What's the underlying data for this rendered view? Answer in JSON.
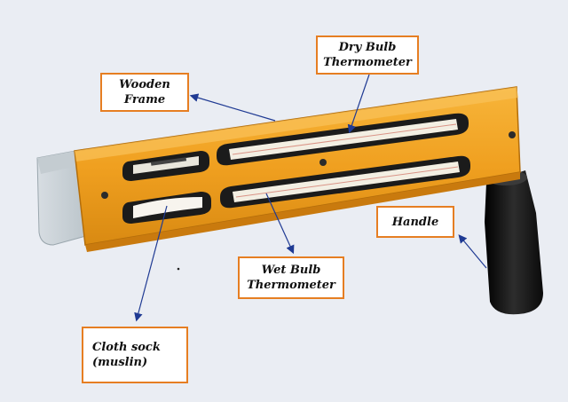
{
  "labels": {
    "dry_bulb": "Dry Bulb\nThermometer",
    "wooden_frame": "Wooden\nFrame",
    "handle": "Handle",
    "wet_bulb": "Wet Bulb\nThermometer",
    "cloth_sock": "Cloth sock\n(muslin)"
  },
  "colors": {
    "frame": "#f0a020",
    "frame_shadow": "#c97a0e",
    "label_border": "#e67e22",
    "arrow": "#1f3a93",
    "handle": "#1a1a1a",
    "background": "#eaedf3"
  }
}
